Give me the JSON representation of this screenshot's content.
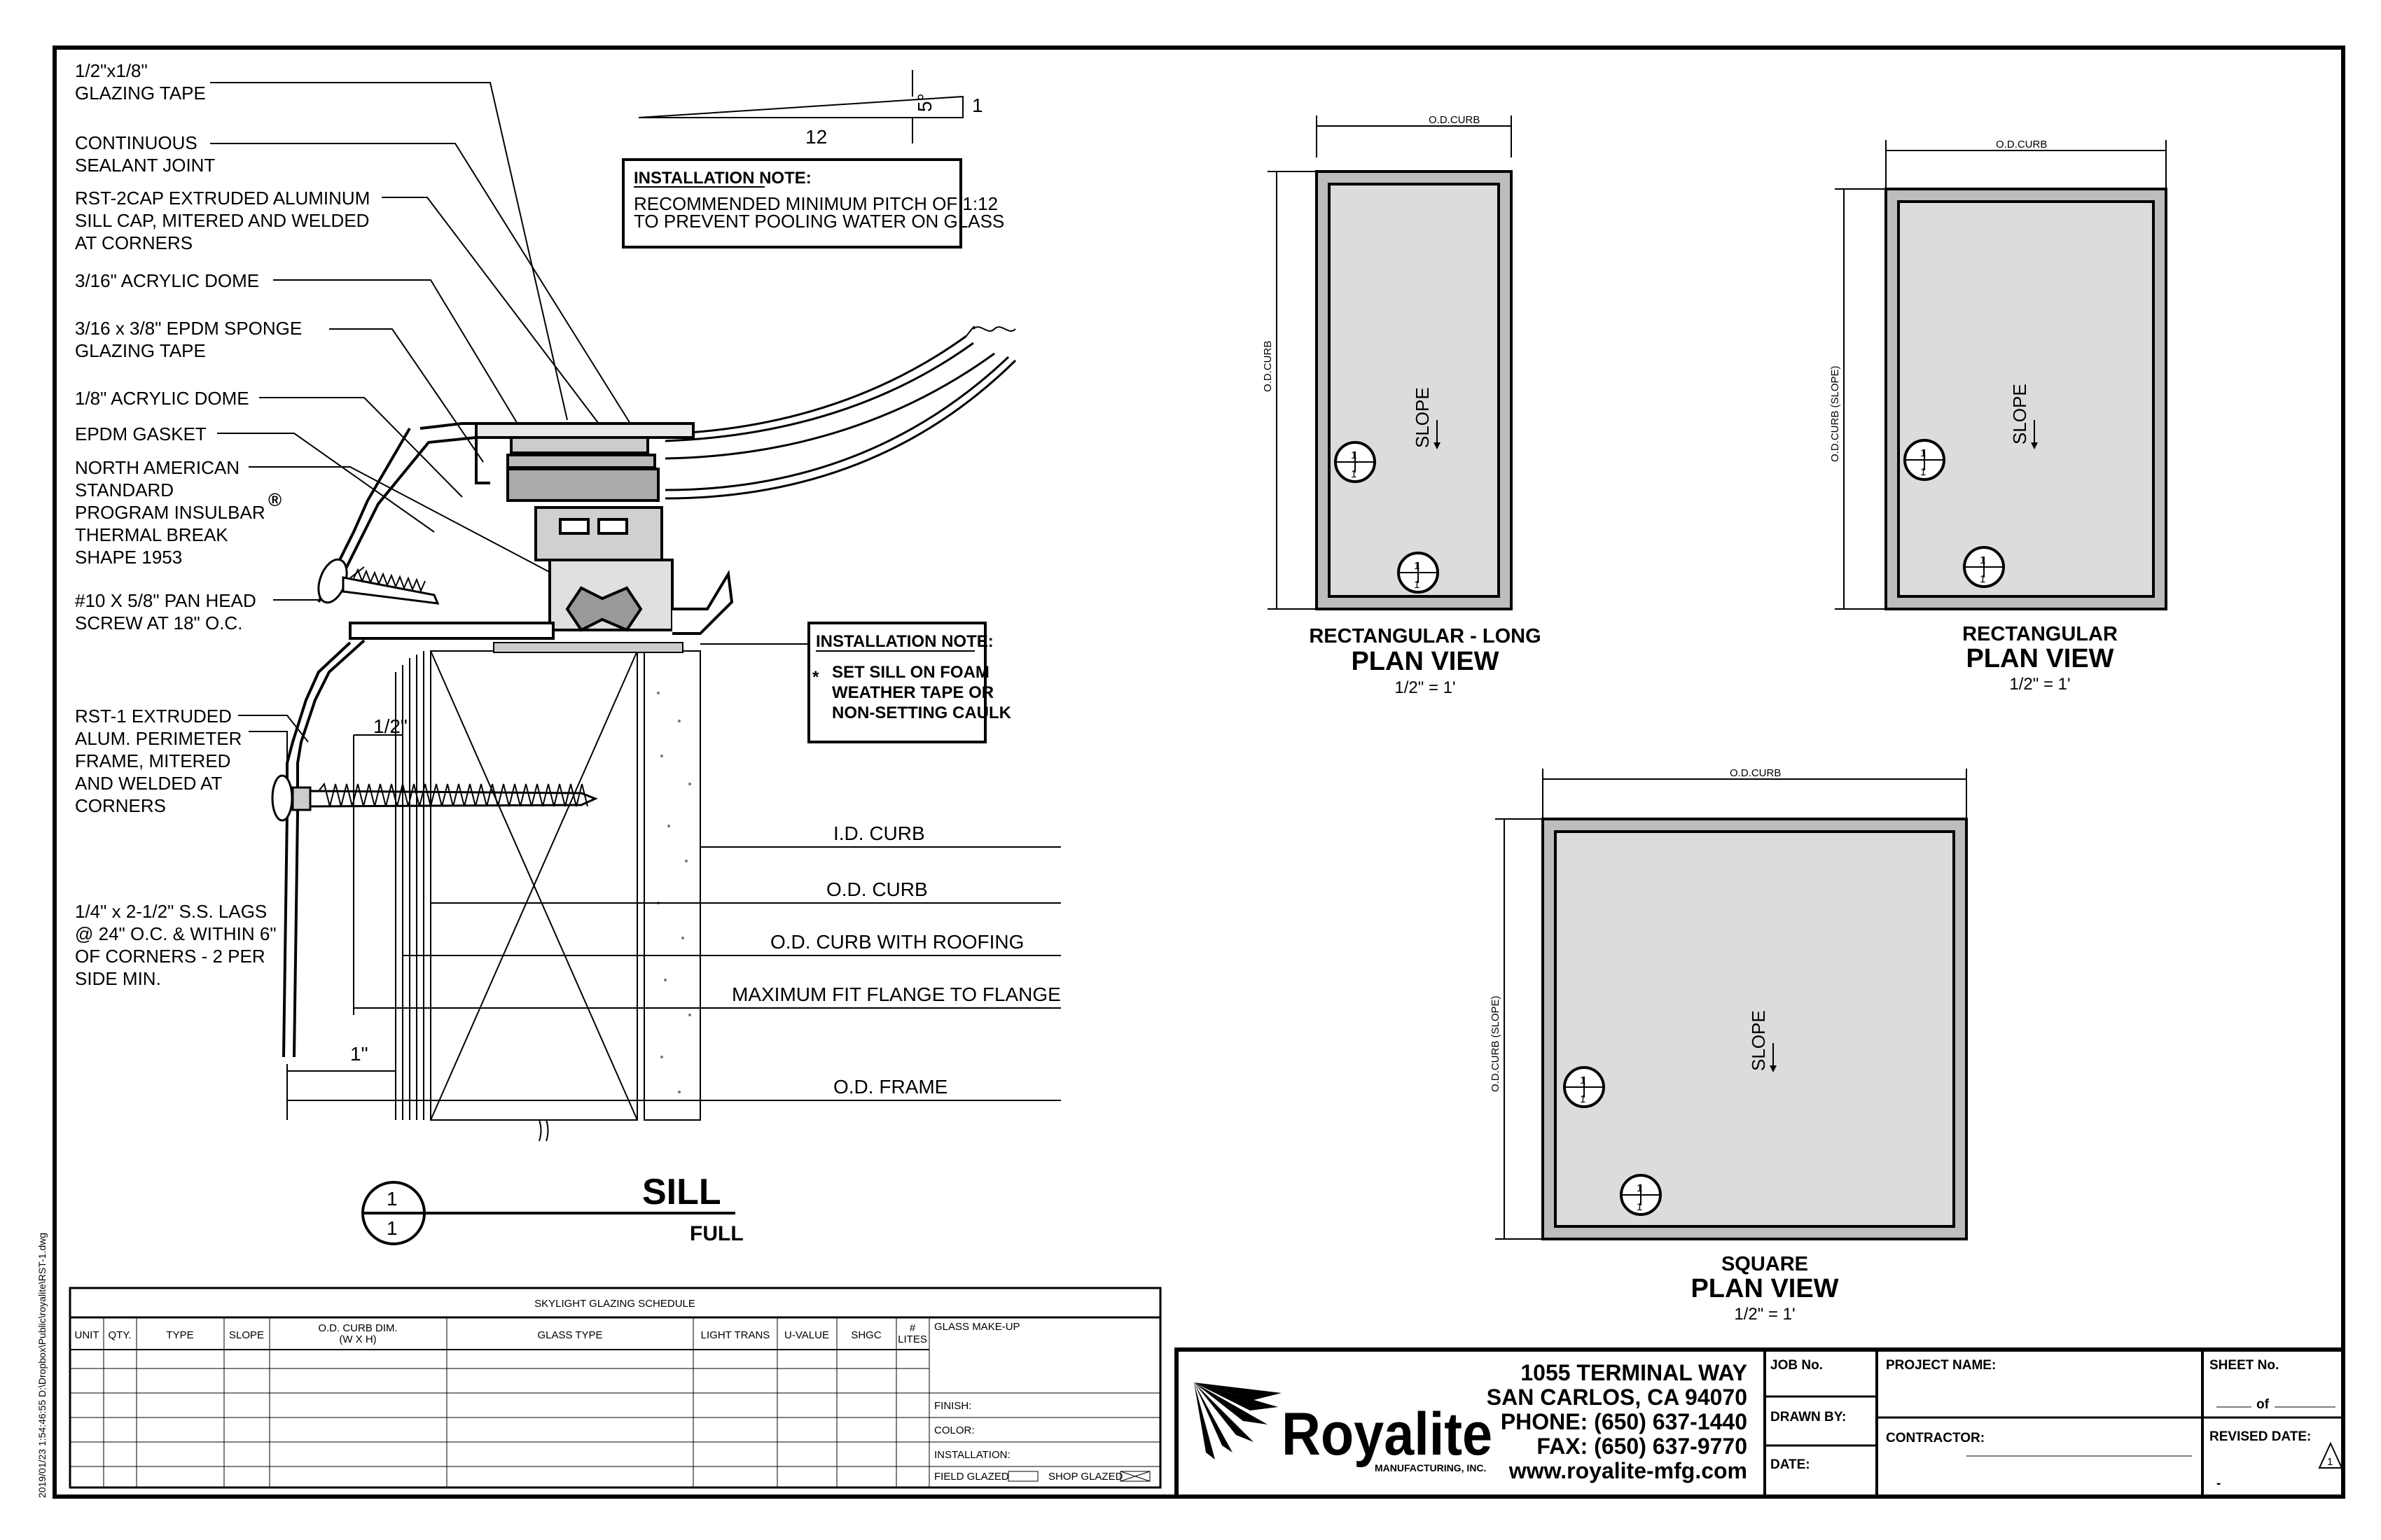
{
  "sill_detail": {
    "callouts": [
      [
        "1/2\"x1/8\"",
        "GLAZING TAPE"
      ],
      [
        "CONTINUOUS",
        "SEALANT JOINT"
      ],
      [
        "RST-2CAP EXTRUDED ALUMINUM",
        "SILL CAP, MITERED AND WELDED",
        "AT CORNERS"
      ],
      [
        "3/16\" ACRYLIC DOME"
      ],
      [
        "3/16 x 3/8\" EPDM SPONGE",
        "GLAZING TAPE"
      ],
      [
        "1/8\" ACRYLIC DOME"
      ],
      [
        "EPDM GASKET"
      ],
      [
        "NORTH AMERICAN",
        "STANDARD",
        "PROGRAM INSULBAR",
        "THERMAL BREAK",
        "SHAPE 1953"
      ],
      [
        "#10 X 5/8\" PAN HEAD",
        "SCREW  AT 18\" O.C."
      ],
      [
        "RST-1 EXTRUDED",
        "ALUM.  PERIMETER",
        "FRAME, MITERED",
        "AND WELDED AT",
        "CORNERS"
      ],
      [
        "1/4\" x 2-1/2\" S.S. LAGS",
        "@ 24\" O.C. & WITHIN 6\"",
        "OF CORNERS - 2 PER",
        "SIDE MIN."
      ]
    ],
    "registered_mark": "®",
    "pitch": {
      "angle": "5°",
      "rise": "1",
      "run": "12"
    },
    "install_note_1": {
      "title": "INSTALLATION NOTE:",
      "lines": [
        "RECOMMENDED MINIMUM PITCH OF 1:12",
        "TO PREVENT POOLING WATER ON GLASS"
      ]
    },
    "install_note_2": {
      "title": "INSTALLATION NOTE:",
      "star": "*",
      "lines": [
        "SET SILL ON FOAM",
        "WEATHER TAPE OR",
        "NON-SETTING CAULK"
      ]
    },
    "dims": [
      "I.D. CURB",
      "O.D. CURB",
      "O.D. CURB WITH ROOFING",
      "MAXIMUM FIT FLANGE TO FLANGE",
      "O.D. FRAME"
    ],
    "half_inch": "1/2\"",
    "one_inch": "1\"",
    "detail_tag": {
      "top": "1",
      "bottom": "1"
    },
    "title": "SILL",
    "scale": "FULL"
  },
  "plan_views": {
    "rect_long": {
      "title": "RECTANGULAR - LONG",
      "subtitle": "PLAN VIEW",
      "scale": "1/2\" = 1'",
      "top_dim": "O.D.CURB",
      "side_dim": "O.D.CURB",
      "slope": "SLOPE"
    },
    "rect": {
      "title": "RECTANGULAR",
      "subtitle": "PLAN VIEW",
      "scale": "1/2\" = 1'",
      "top_dim": "O.D.CURB",
      "side_dim": "O.D.CURB (SLOPE)",
      "slope": "SLOPE"
    },
    "square": {
      "title": "SQUARE",
      "subtitle": "PLAN VIEW",
      "scale": "1/2\" = 1'",
      "top_dim": "O.D.CURB",
      "side_dim": "O.D.CURB (SLOPE)",
      "slope": "SLOPE"
    },
    "tag": {
      "top": "1",
      "bottom": "1"
    }
  },
  "schedule": {
    "title": "SKYLIGHT GLAZING SCHEDULE",
    "columns": [
      "UNIT",
      "QTY.",
      "TYPE",
      "SLOPE",
      "O.D. CURB DIM.",
      "GLASS TYPE",
      "LIGHT TRANS",
      "U-VALUE",
      "SHGC",
      "#",
      "GLASS MAKE-UP"
    ],
    "curb_dim_sub": "(W X H)",
    "lites_sub": "LITES",
    "right_fields": [
      "FINISH:",
      "COLOR:",
      "INSTALLATION:"
    ],
    "field_glazed": "FIELD GLAZED",
    "shop_glazed": "SHOP GLAZED"
  },
  "title_block": {
    "company": "Royalite",
    "company_sub": "MANUFACTURING, INC.",
    "address": [
      "1055 TERMINAL WAY",
      "SAN CARLOS, CA 94070",
      "PHONE: (650) 637-1440",
      "FAX: (650) 637-9770",
      "www.royalite-mfg.com"
    ],
    "job_no": "JOB No.",
    "drawn_by": "DRAWN BY:",
    "date": "DATE:",
    "project_name": "PROJECT NAME:",
    "contractor": "CONTRACTOR:",
    "sheet_no": "SHEET No.",
    "of": "of",
    "revised_date": "REVISED DATE:",
    "revision_mark": "1",
    "revision_value": "-"
  },
  "file_path": "2019/01/23 1:54:46:55 D:\\Dropbox\\Public\\royalite\\RST-1.dwg"
}
